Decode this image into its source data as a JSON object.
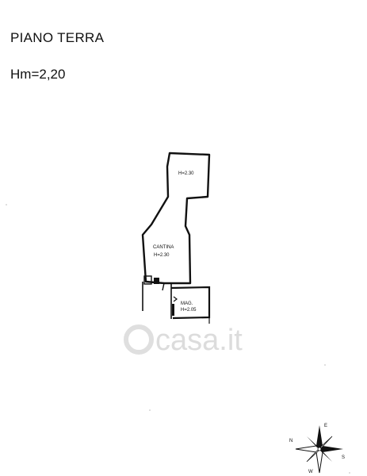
{
  "header": {
    "title": "PIANO TERRA",
    "height_note": "Hm=2,20"
  },
  "rooms": {
    "upper": {
      "height": "H=2.30"
    },
    "cantina": {
      "name": "CANTINA",
      "height": "H=2.30"
    },
    "mag": {
      "name": "MAG.",
      "height": "H=2.05"
    }
  },
  "watermark": {
    "text": "casa.it"
  },
  "compass": {
    "north": "N",
    "east": "E",
    "south": "S",
    "west": "W"
  }
}
